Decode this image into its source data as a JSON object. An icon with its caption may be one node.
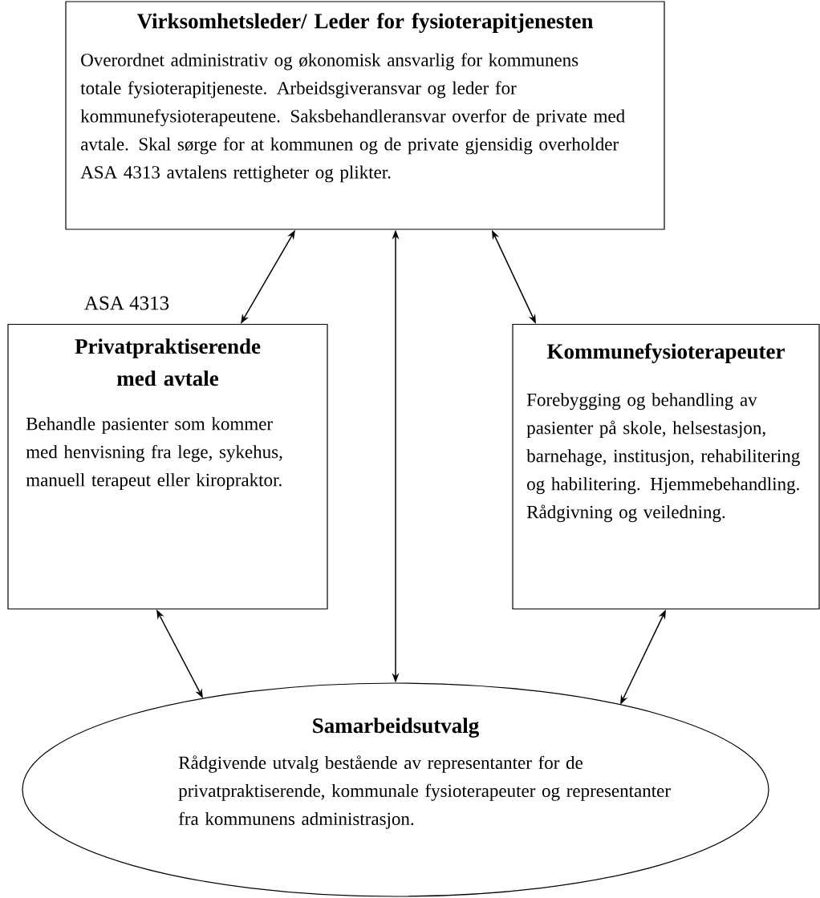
{
  "diagram": {
    "nodes": [
      {
        "text": [
          "Virksomhetsleder/ Leder for fysioterapitjenesten",
          "Overordnet administrativ og økonomisk ansvarlig for kommunens totale fysioterapitjeneste. Arbeidsgiveransvar og leder for kommunefysioterapeutene. Saksbehandleransvar overfor de private med avtale. Skal sørge for at kommunen og de private gjensidig overholder ASA 4313 avtalens rettigheter og plikter."
        ]
      },
      {
        "text": [
          "Privatpraktiserende med avtale",
          "Behandle pasienter som kommer med henvisning fra lege, sykehus, manuell terapeut eller kiropraktor."
        ]
      },
      {
        "text": [
          "Kommunefysioterapeuter",
          "Forebygging og behandling av pasienter på skole, helsestasjon, barnehage, institusjon, rehabilitering og habilitering. Hjemmebehandling. Rådgivning og veiledning."
        ]
      },
      {
        "text": [
          "Samarbeidsutvalg",
          "Rådgivende utvalg bestående av representanter for de privatpraktiserende, kommunale fysioterapeuter og representanter fra kommunens administrasjon."
        ]
      }
    ],
    "edges": [
      {
        "from": 0,
        "to": 1,
        "arrow": "both"
      },
      {
        "from": 0,
        "to": 3,
        "arrow": "both"
      },
      {
        "from": 0,
        "to": 2,
        "arrow": "both"
      },
      {
        "from": 1,
        "to": 3,
        "arrow": "both"
      },
      {
        "from": 2,
        "to": 3,
        "arrow": "both"
      }
    ],
    "labels": [
      "ASA 4313"
    ]
  }
}
